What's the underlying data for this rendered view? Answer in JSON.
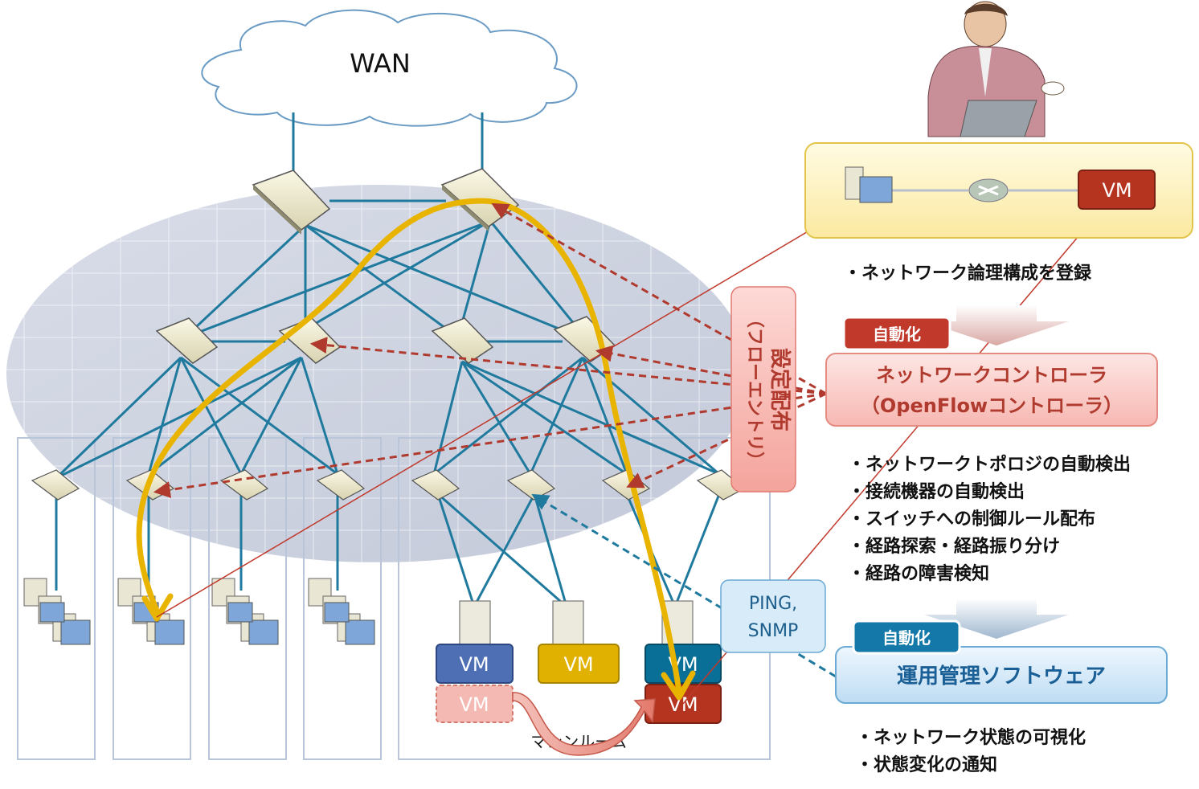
{
  "wan": {
    "label": "WAN"
  },
  "machine_room": {
    "label": "マシンルーム"
  },
  "logical": {
    "vm_label": "VM",
    "caption": "・ネットワーク論理構成を登録"
  },
  "auto_badge_1": "自動化",
  "controller": {
    "line1": "ネットワークコントローラ",
    "line2": "（OpenFlowコントローラ）"
  },
  "flow_label": {
    "line1": "設定配布",
    "line2": "（フローエントリ）"
  },
  "controller_bullets": [
    "・ネットワークトポロジの自動検出",
    "・接続機器の自動検出",
    "・スイッチへの制御ルール配布",
    "・経路探索・経路振り分け",
    "・経路の障害検知"
  ],
  "ping_box": {
    "line1": "PING,",
    "line2": "SNMP"
  },
  "auto_badge_2": "自動化",
  "mgmt": {
    "label": "運用管理ソフトウェア"
  },
  "mgmt_bullets": [
    "・ネットワーク状態の可視化",
    "・状態変化の通知"
  ],
  "vms": {
    "blue": "VM",
    "yellow": "VM",
    "teal": "VM",
    "ghost": "VM",
    "red": "VM"
  },
  "colors": {
    "link": "#1f7a9e",
    "flow": "#b03a2e",
    "path": "#e8b400",
    "vm_blue": "#4f6fb5",
    "vm_yellow": "#e0b100",
    "vm_teal": "#0a6f97",
    "vm_red": "#b43420",
    "controller_fill": "#fbd3d0",
    "mgmt_fill": "#d7ebf9",
    "logical_fill": "#fdf3c0"
  }
}
